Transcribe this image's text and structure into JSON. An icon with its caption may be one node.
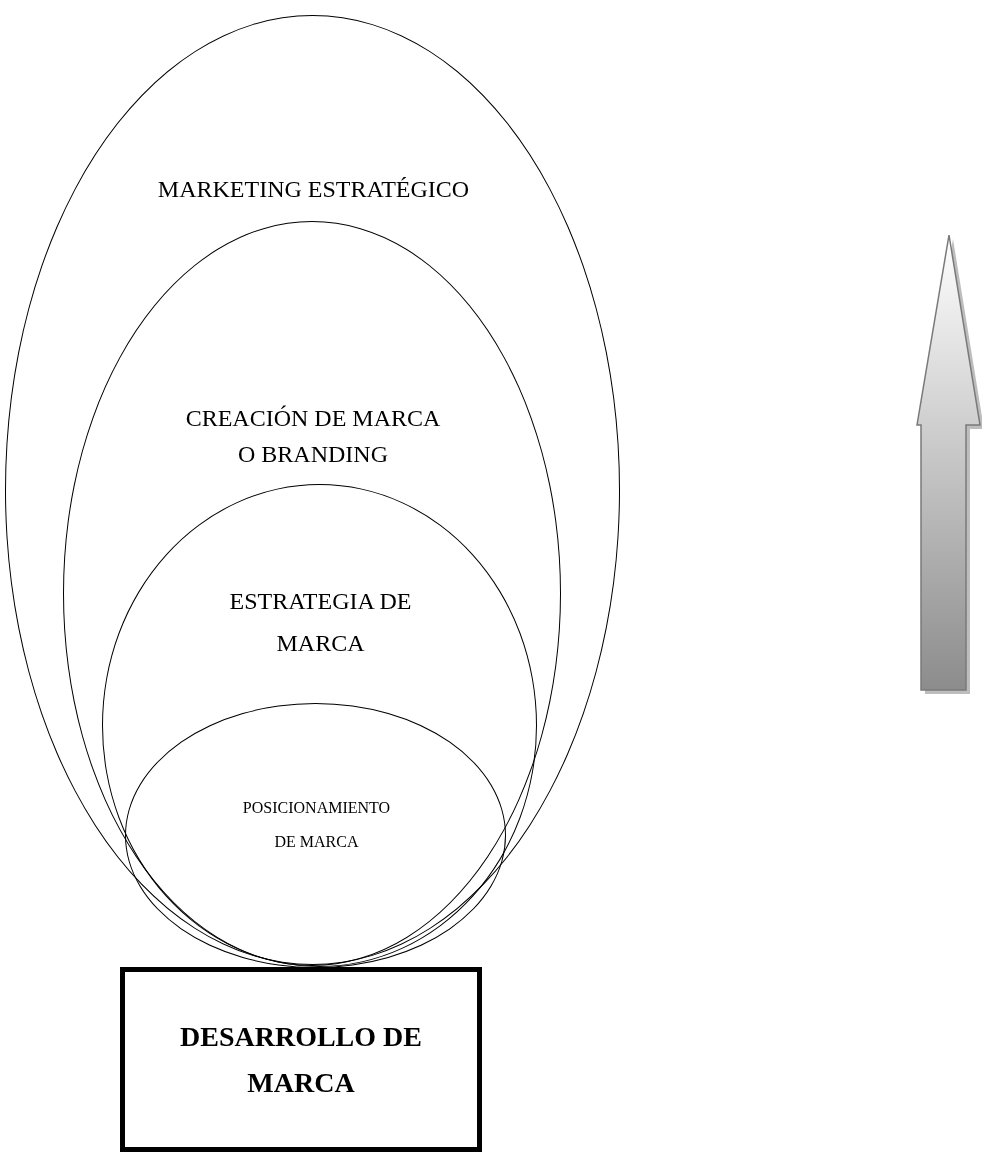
{
  "diagram": {
    "nodes": [
      {
        "text": [
          "MARKETING ESTRATÉGICO"
        ]
      },
      {
        "text": [
          "CREACIÓN DE MARCA O BRANDING"
        ],
        "in": 0
      },
      {
        "text": [
          "ESTRATEGIA DE MARCA"
        ],
        "in": 1
      },
      {
        "text": [
          "POSICIONAMIENTO DE MARCA"
        ],
        "in": 2
      },
      {
        "text": [
          "DESARROLLO DE MARCA"
        ]
      }
    ]
  }
}
